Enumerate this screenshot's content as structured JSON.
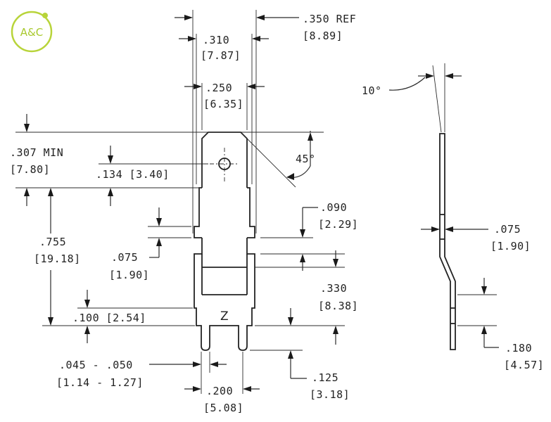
{
  "logo": {
    "text": "A&C",
    "color": "#b8d43a"
  },
  "dims": {
    "d350": {
      "in": ".350 REF",
      "mm": "[8.89]"
    },
    "d310": {
      "in": ".310",
      "mm": "[7.87]"
    },
    "d250": {
      "in": ".250",
      "mm": "[6.35]"
    },
    "d307": {
      "in": ".307 MIN",
      "mm": "[7.80]"
    },
    "d134": {
      "text": ".134 [3.40]"
    },
    "a45": {
      "text": "45°"
    },
    "d090": {
      "in": ".090",
      "mm": "[2.29]"
    },
    "d755": {
      "in": ".755",
      "mm": "[19.18]"
    },
    "d075a": {
      "in": ".075",
      "mm": "[1.90]"
    },
    "d330": {
      "in": ".330",
      "mm": "[8.38]"
    },
    "d100": {
      "text": ".100 [2.54]"
    },
    "d045": {
      "in": ".045 - .050",
      "mm": "[1.14 - 1.27]"
    },
    "d125": {
      "in": ".125",
      "mm": "[3.18]"
    },
    "d200": {
      "in": ".200",
      "mm": "[5.08]"
    },
    "a10": {
      "text": "10°"
    },
    "d075b": {
      "in": ".075",
      "mm": "[1.90]"
    },
    "d180": {
      "in": ".180",
      "mm": "[4.57]"
    }
  },
  "part_mark": "Z"
}
